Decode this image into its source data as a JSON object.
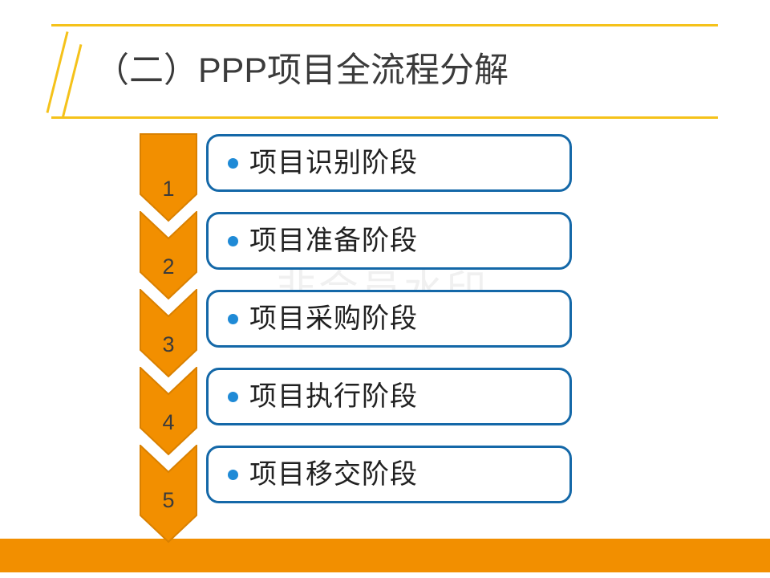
{
  "slide": {
    "title": "（二）PPP项目全流程分解",
    "watermark": "非会员水印",
    "colors": {
      "accent_orange": "#f28f00",
      "chevron_fill": "#f28f00",
      "chevron_stroke": "#d98000",
      "title_rule": "#f5c21a",
      "box_border": "#1468a8",
      "bullet": "#1f8ad6",
      "title_text": "#3b3b3b",
      "label_text": "#212121",
      "watermark_text": "#f0f0f0",
      "background": "#ffffff"
    }
  },
  "steps": [
    {
      "number": "1",
      "label": "项目识别阶段"
    },
    {
      "number": "2",
      "label": "项目准备阶段"
    },
    {
      "number": "3",
      "label": "项目采购阶段"
    },
    {
      "number": "4",
      "label": "项目执行阶段"
    },
    {
      "number": "5",
      "label": "项目移交阶段"
    }
  ]
}
